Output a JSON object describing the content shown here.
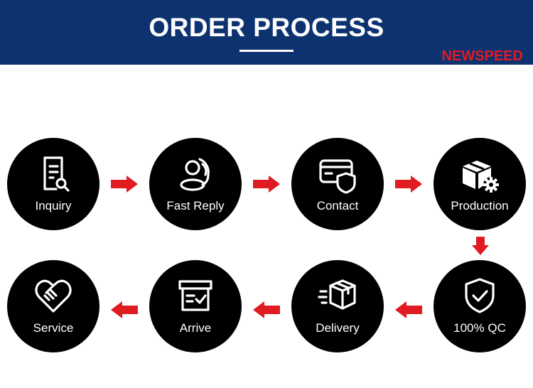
{
  "header": {
    "title": "ORDER PROCESS",
    "brand": "NEWSPEED"
  },
  "colors": {
    "banner": "#0d3270",
    "accent": "#e11b22",
    "node": "#000000"
  },
  "steps": [
    {
      "label": "Inquiry",
      "icon": "document-search-icon"
    },
    {
      "label": "Fast Reply",
      "icon": "support-agent-icon"
    },
    {
      "label": "Contact",
      "icon": "card-shield-icon"
    },
    {
      "label": "Production",
      "icon": "box-gear-icon"
    },
    {
      "label": "100% QC",
      "icon": "shield-check-icon"
    },
    {
      "label": "Delivery",
      "icon": "fast-box-icon"
    },
    {
      "label": "Arrive",
      "icon": "box-check-icon"
    },
    {
      "label": "Service",
      "icon": "handshake-heart-icon"
    }
  ]
}
